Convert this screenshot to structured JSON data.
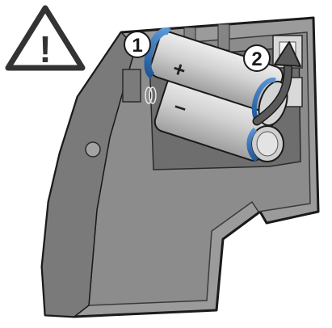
{
  "illustration": {
    "warning": {
      "icon": "warning-triangle-icon",
      "glyph": "!"
    },
    "steps": [
      {
        "number": "1",
        "icon": "step-one-badge"
      },
      {
        "number": "2",
        "icon": "step-two-badge"
      }
    ],
    "battery_top": {
      "polarity": "+"
    },
    "battery_bottom": {
      "polarity": "–"
    },
    "colors": {
      "housing": "#9a9a9a",
      "housing_dark": "#6f6f6f",
      "outline": "#1a1a1a",
      "battery_body": "#c8c8c8",
      "battery_cap": "#2f6fb7",
      "arrow": "#5a5a5a",
      "badge": "#ffffff"
    }
  }
}
